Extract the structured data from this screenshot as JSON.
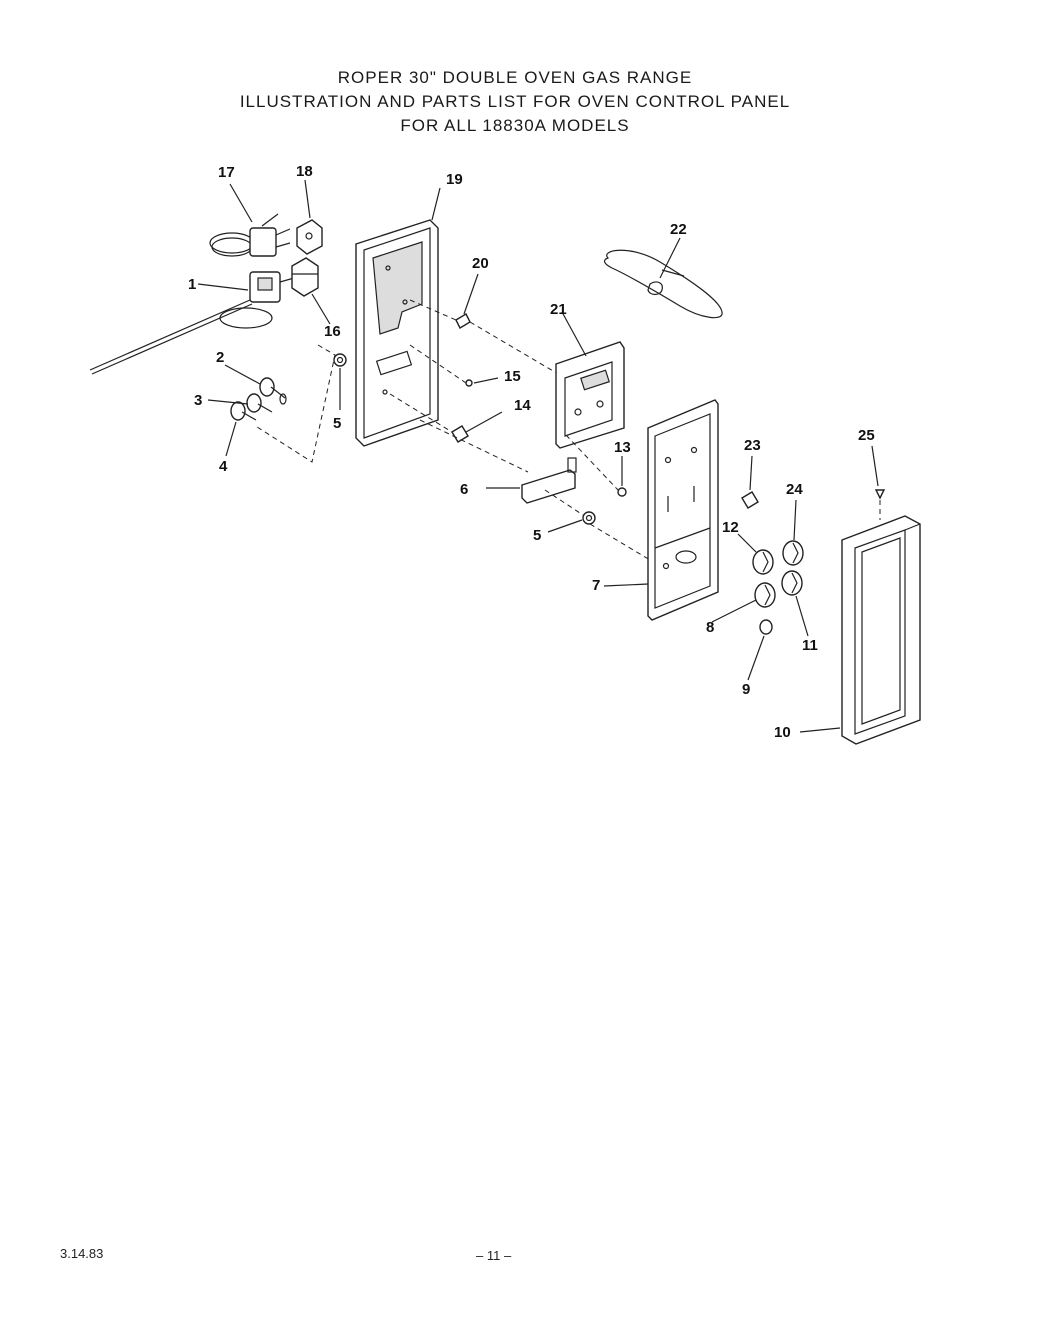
{
  "header": {
    "line1": "ROPER 30\" DOUBLE OVEN GAS RANGE",
    "line2": "ILLUSTRATION AND PARTS LIST FOR OVEN CONTROL PANEL",
    "line3": "FOR ALL 18830A MODELS"
  },
  "callouts": {
    "c1": "1",
    "c2": "2",
    "c3": "3",
    "c4": "4",
    "c5a": "5",
    "c5b": "5",
    "c6": "6",
    "c7": "7",
    "c8": "8",
    "c9": "9",
    "c10": "10",
    "c11": "11",
    "c12": "12",
    "c13": "13",
    "c14": "14",
    "c15": "15",
    "c16": "16",
    "c17": "17",
    "c18": "18",
    "c19": "19",
    "c20": "20",
    "c21": "21",
    "c22": "22",
    "c23": "23",
    "c24": "24",
    "c25": "25"
  },
  "footer": {
    "date": "3.14.83",
    "page": "– 11 –"
  }
}
